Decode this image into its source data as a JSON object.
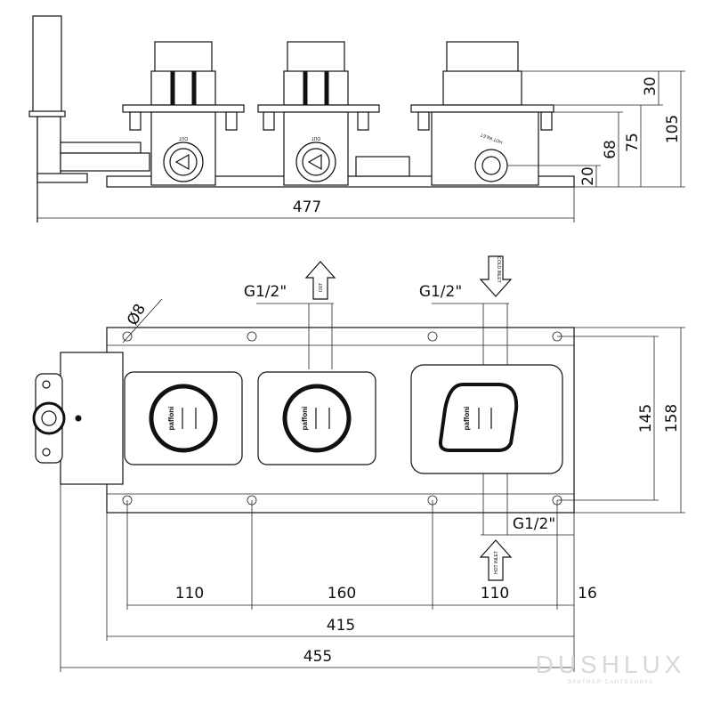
{
  "top_view": {
    "dimensions": {
      "width": "477",
      "d30": "30",
      "d105": "105",
      "d75": "75",
      "d68": "68",
      "d20": "20"
    },
    "port_labels": [
      "OUT",
      "OUT",
      "HOT INLET"
    ]
  },
  "plan_view": {
    "hole_diameter": "Ø8",
    "connections": [
      {
        "thread": "G1/2\"",
        "arrow_label": "OUT",
        "direction": "up"
      },
      {
        "thread": "G1/2\"",
        "arrow_label": "COLD INLET",
        "direction": "down"
      },
      {
        "thread": "G1/2\"",
        "arrow_label": "HOT INLET",
        "direction": "up"
      }
    ],
    "module_brand": "paffoni",
    "dimensions": {
      "s1": "110",
      "s2": "160",
      "s3": "110",
      "s4": "16",
      "total_inner": "415",
      "total_outer": "455",
      "h1": "145",
      "h2": "158"
    }
  },
  "watermark": {
    "name": "DUSHLUX",
    "tagline": "ЭЛИТНАЯ САНТЕХНИКА"
  }
}
